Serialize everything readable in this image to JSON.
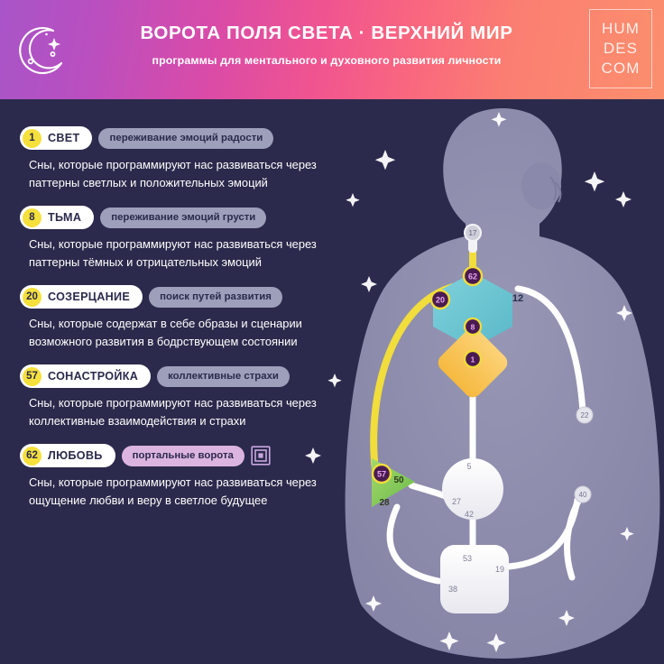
{
  "header": {
    "title": "ВОРОТА ПОЛЯ СВЕТА  ·  ВЕРХНИЙ МИР",
    "subtitle": "программы для ментального и духовного развития личности",
    "moon_icon": "crescent-moon-icon",
    "logo": {
      "line1": "HUM",
      "line2": "DES",
      "line3": "COM"
    },
    "gradient_from": "#a855c8",
    "gradient_to": "#fb8f6d"
  },
  "theme": {
    "background": "#2b2a4c",
    "badge_yellow": "#f5e03c",
    "pill_white": "#ffffff",
    "tag_gray": "#9d9fbb",
    "tag_portal": "#dcb4e0",
    "text_light": "#ffffff",
    "silhouette": "#8d8cab"
  },
  "entries": [
    {
      "number": "1",
      "name": "СВЕТ",
      "tag": "переживание эмоций радости",
      "tag_style": "gray",
      "has_portal_icon": false,
      "description": "Сны, которые программируют нас развиваться через паттерны светлых и положительных эмоций"
    },
    {
      "number": "8",
      "name": "ТЬМА",
      "tag": "переживание эмоций грусти",
      "tag_style": "gray",
      "has_portal_icon": false,
      "description": "Сны, которые программируют нас развиваться через паттерны тёмных и отрицательных эмоций"
    },
    {
      "number": "20",
      "name": "СОЗЕРЦАНИЕ",
      "tag": "поиск путей развития",
      "tag_style": "gray",
      "has_portal_icon": false,
      "description": "Сны, которые содержат в себе образы и сценарии возможного развития в бодрствующем состоянии"
    },
    {
      "number": "57",
      "name": "СОНАСТРОЙКА",
      "tag": "коллективные страхи",
      "tag_style": "gray",
      "has_portal_icon": false,
      "description": "Сны, которые программируют нас развиваться через коллективные взаимодействия и страхи"
    },
    {
      "number": "62",
      "name": "ЛЮБОВЬ",
      "tag": "портальные ворота",
      "tag_style": "portal",
      "has_portal_icon": true,
      "description": "Сны, которые программируют нас развиваться через ощущение любви и веру в светлое будущее"
    }
  ],
  "bodygraph": {
    "centers": [
      {
        "id": "throat",
        "shape": "hexagon",
        "color": "#6fc9d4",
        "label": "throat-center"
      },
      {
        "id": "g",
        "shape": "diamond",
        "color": "#f8c65a",
        "label": "g-center"
      },
      {
        "id": "spleen",
        "shape": "triangle",
        "color": "#8dc75a",
        "label": "spleen-center"
      },
      {
        "id": "sacral",
        "shape": "circle",
        "color": "#ffffff",
        "label": "sacral-center"
      },
      {
        "id": "root",
        "shape": "square",
        "color": "#ffffff",
        "label": "root-center"
      }
    ],
    "highlighted_gates": [
      "17",
      "62",
      "20",
      "8",
      "1",
      "57"
    ],
    "gate_labels": {
      "g17": "17",
      "g62": "62",
      "g20": "20",
      "g8": "8",
      "g12": "12",
      "g1": "1",
      "g22": "22",
      "g57": "57",
      "g50": "50",
      "g28": "28",
      "g5": "5",
      "g27": "27",
      "g42": "42",
      "g53": "53",
      "g19": "19",
      "g38": "38",
      "g40": "40"
    },
    "highlight_color": "#f5e03c",
    "gate_marker_color": "#4a1b52"
  }
}
